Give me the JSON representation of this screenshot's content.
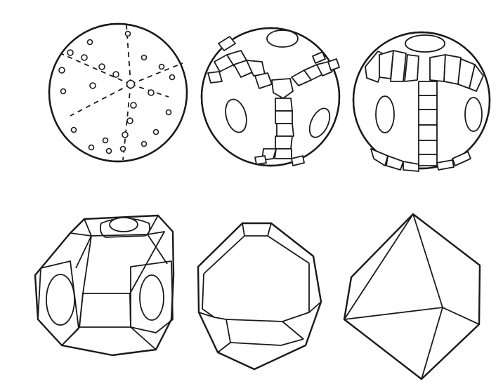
{
  "figure": {
    "background": "#ffffff",
    "ink": "#1a1a1a",
    "panels": [
      {
        "id": "sphere-pores",
        "shape": "sphere"
      },
      {
        "id": "sphere-ridges",
        "shape": "sphere"
      },
      {
        "id": "sphere-faceted",
        "shape": "sphere"
      },
      {
        "id": "truncated-cube-stippled",
        "shape": "polyhedron"
      },
      {
        "id": "truncated-tetrahedron",
        "shape": "polyhedron"
      },
      {
        "id": "octahedron",
        "shape": "polyhedron"
      }
    ]
  }
}
